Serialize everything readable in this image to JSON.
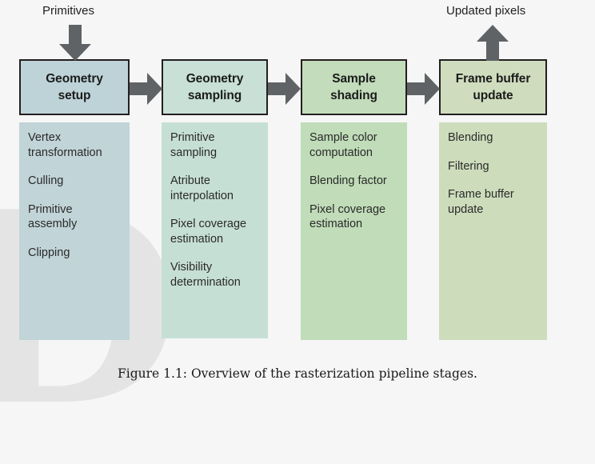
{
  "figure": {
    "caption": "Figure 1.1: Overview of the rasterization pipeline stages.",
    "watermark_letter": "D",
    "background_color": "#f6f6f6",
    "arrow_color": "#5f6366",
    "border_color": "#231f20"
  },
  "flow": {
    "input_label": "Primitives",
    "output_label": "Updated pixels",
    "input_arrow_icon": "arrow-down-icon",
    "output_arrow_icon": "arrow-up-icon",
    "between_arrow_icon": "arrow-right-icon"
  },
  "stages": [
    {
      "title": "Geometry setup",
      "title_line1": "Geometry",
      "title_line2": "setup",
      "head_color": "#bed3d8",
      "body_color": "#c1d4d8",
      "items": [
        "Vertex transformation",
        "Culling",
        "Primitive assembly",
        "Clipping"
      ]
    },
    {
      "title": "Geometry sampling",
      "title_line1": "Geometry",
      "title_line2": "sampling",
      "head_color": "#c8e0d6",
      "body_color": "#c6dfd5",
      "items": [
        "Primitive sampling",
        "Atribute interpolation",
        "Pixel coverage estimation",
        "Visibility determination"
      ]
    },
    {
      "title": "Sample shading",
      "title_line1": "Sample",
      "title_line2": "shading",
      "head_color": "#c3dcbb",
      "body_color": "#c0dcb8",
      "items": [
        "Sample color computation",
        "Blending factor",
        "Pixel coverage estimation"
      ]
    },
    {
      "title": "Frame buffer update",
      "title_line1": "Frame buffer",
      "title_line2": "update",
      "head_color": "#cfddbe",
      "body_color": "#cdddbc",
      "items": [
        "Blending",
        "Filtering",
        "Frame buffer update"
      ]
    }
  ]
}
